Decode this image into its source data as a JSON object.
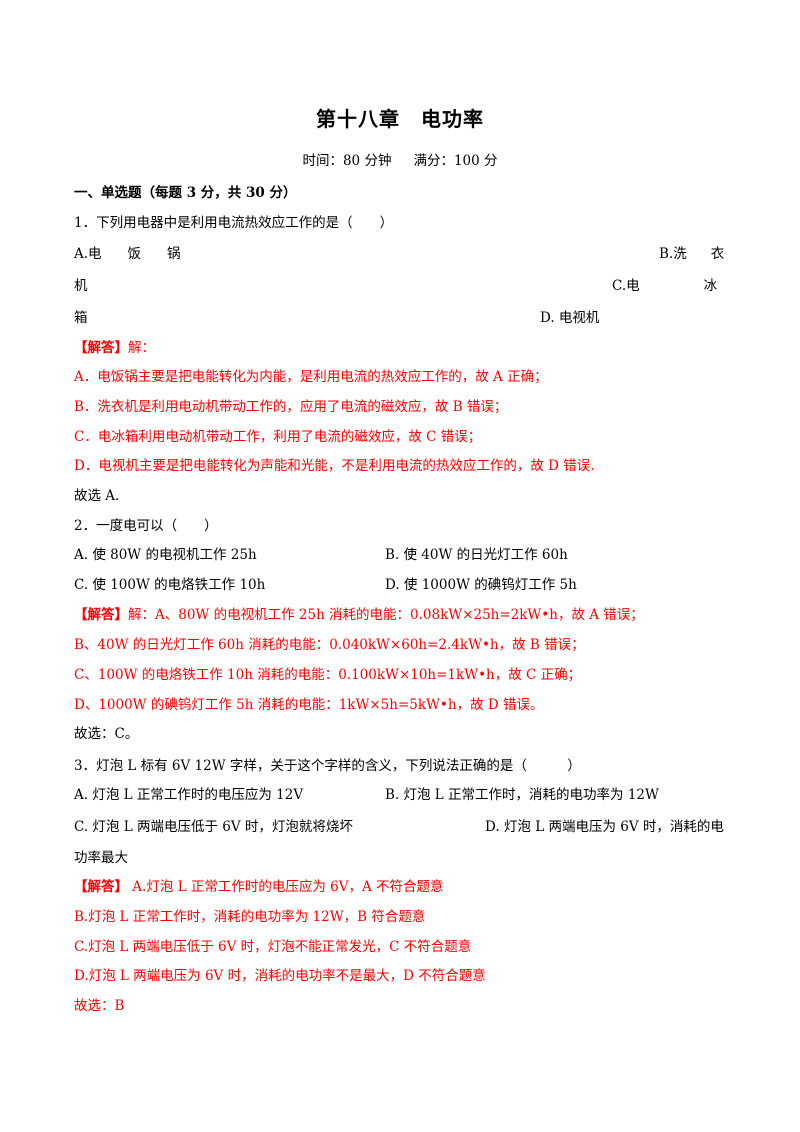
{
  "title": "第十八章　电功率",
  "meta": {
    "time": "时间：80 分钟",
    "score": "满分：100 分"
  },
  "section_title": "一、单选题（每题 3 分，共 30 分）",
  "q1": {
    "stem": "1．下列用电器中是利用电流热效应工作的是（　　）",
    "row1": [
      "A.电",
      "饭",
      "锅"
    ],
    "row1_right": [
      "B.洗",
      "衣"
    ],
    "row2_left": "机",
    "row2_right": [
      "C.电",
      "冰"
    ],
    "row3_left": "箱",
    "row3_right": "D. 电视机",
    "answer_tag": "【解答】",
    "answer_head": "解：",
    "lines": [
      "A．电饭锅主要是把电能转化为内能，是利用电流的热效应工作的，故 A 正确；",
      "B．洗衣机是利用电动机带动工作的，应用了电流的磁效应，故 B 错误；",
      "C．电冰箱利用电动机带动工作，利用了电流的磁效应，故 C 错误；",
      "D．电视机主要是把电能转化为声能和光能，不是利用电流的热效应工作的，故 D 错误."
    ],
    "choose": "故选 A."
  },
  "q2": {
    "stem": "2．一度电可以（　　）",
    "options": [
      "A. 使 80W 的电视机工作 25h",
      "B. 使 40W 的日光灯工作 60h",
      "C. 使 100W 的电烙铁工作 10h",
      "D. 使 1000W 的碘钨灯工作 5h"
    ],
    "answer_tag": "【解答】",
    "lines": [
      "解：A、80W 的电视机工作 25h 消耗的电能：0.08kW×25h=2kW•h，故 A 错误；",
      "B、40W 的日光灯工作 60h 消耗的电能：0.040kW×60h=2.4kW•h，故 B 错误；",
      "C、100W 的电烙铁工作 10h 消耗的电能：0.100kW×10h=1kW•h，故 C 正确；",
      "D、1000W 的碘钨灯工作 5h 消耗的电能：1kW×5h=5kW•h，故 D 错误。"
    ],
    "choose": "故选：C。"
  },
  "q3": {
    "stem": "3．灯泡 L 标有 6V 12W 字样，关于这个字样的含义，下列说法正确的是（　　　）",
    "optA": "A. 灯泡 L 正常工作时的电压应为 12V",
    "optB": "B. 灯泡 L 正常工作时，消耗的电功率为 12W",
    "optC": "C. 灯泡 L 两端电压低于 6V 时，灯泡就将烧坏",
    "optD": "D. 灯泡 L 两端电压为 6V 时，消耗的电",
    "optD_cont": "功率最大",
    "answer_tag": "【解答】",
    "lines": [
      " A.灯泡 L 正常工作时的电压应为 6V，A 不符合题意",
      "B.灯泡 L 正常工作时，消耗的电功率为 12W，B 符合题意",
      "C.灯泡 L 两端电压低于 6V 时，灯泡不能正常发光，C 不符合题意",
      "D.灯泡 L 两端电压为 6V 时，消耗的电功率不是最大，D 不符合题意"
    ],
    "choose": "故选：B"
  }
}
